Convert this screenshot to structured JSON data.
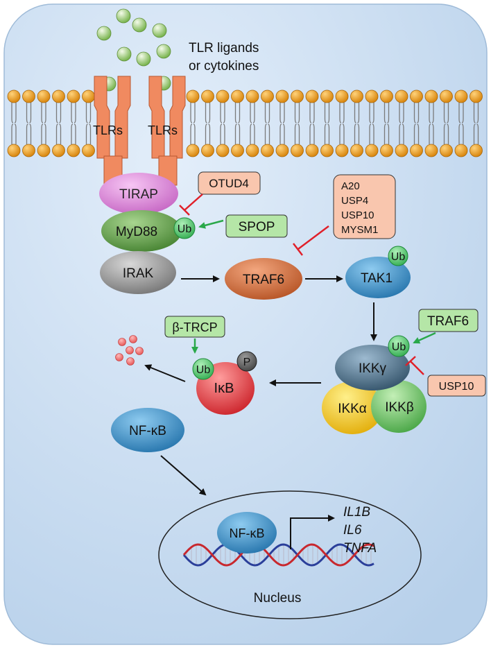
{
  "ligand_label": [
    "TLR ligands",
    "or cytokines"
  ],
  "receptor_label": "TLRs",
  "nodes": {
    "tirap": "TIRAP",
    "myd88": "MyD88",
    "irak": "IRAK",
    "traf6": "TRAF6",
    "tak1": "TAK1",
    "ikk_gamma": "IKKγ",
    "ikk_alpha": "IKKα",
    "ikk_beta": "IKKβ",
    "ikb": "IκB",
    "nfkb_cytoplasm": "NF-κB",
    "nfkb_nucleus": "NF-κB"
  },
  "ub_label": "Ub",
  "p_label": "P",
  "regulators": {
    "otud4": "OTUD4",
    "spop": "SPOP",
    "dubs_group": [
      "A20",
      "USP4",
      "USP10",
      "MYSM1"
    ],
    "traf6_e3": "TRAF6",
    "usp10": "USP10",
    "btrcp": "β-TRCP"
  },
  "genes": [
    "IL1B",
    "IL6",
    "TNFA"
  ],
  "nucleus_label": "Nucleus",
  "colors": {
    "cell_fill": "#c9dcf0",
    "lipid_head": "#f5a623",
    "receptor": "#f08a60",
    "tirap": "#e48ce0",
    "myd88": "#5fa44a",
    "irak": "#9a9a9a",
    "traf6": "#d76b3a",
    "tak1": "#3a9bd0",
    "ikk_gamma": "#3f6680",
    "ikk_alpha": "#f4c823",
    "ikk_beta": "#6cc36a",
    "ikb": "#e8343a",
    "nfkb": "#3a8fc8",
    "ub": "#4cc06a",
    "inhibitor_box": "#f9c6ae",
    "activator_box": "#b5e6a7",
    "inhibit_line": "#e0202a",
    "activate_arrow": "#2aa84a"
  }
}
